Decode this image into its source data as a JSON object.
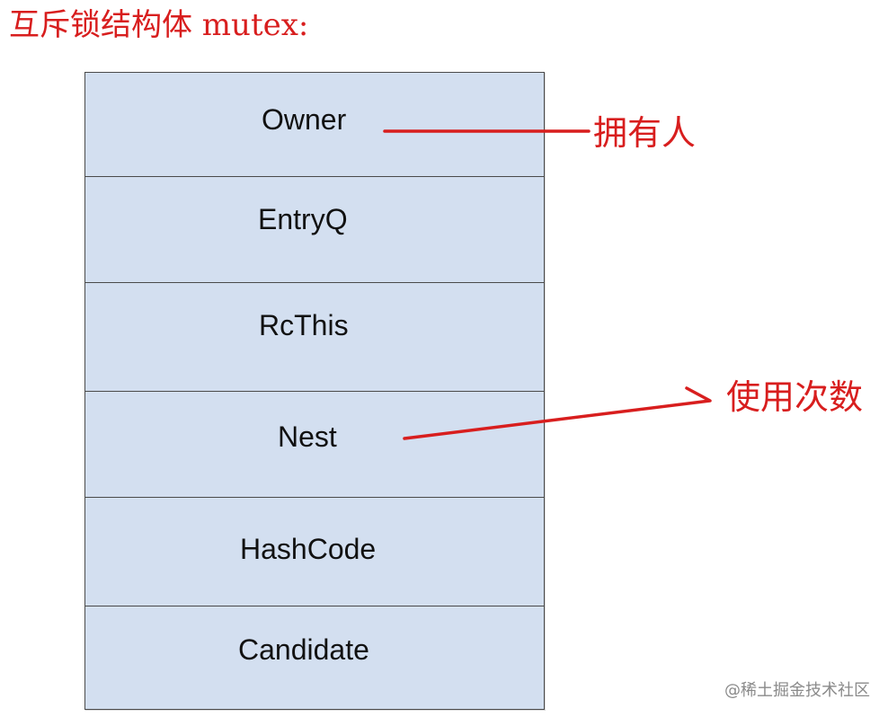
{
  "title": "互斥锁结构体 mutex:",
  "structure": {
    "fields": [
      {
        "label": "Owner"
      },
      {
        "label": "EntryQ"
      },
      {
        "label": "RcThis"
      },
      {
        "label": "Nest"
      },
      {
        "label": "HashCode"
      },
      {
        "label": "Candidate"
      }
    ]
  },
  "annotations": {
    "owner": "拥有人",
    "nest": "使用次数"
  },
  "colors": {
    "annotation": "#d81e1e",
    "field_fill": "#d3dff0",
    "border": "#4a4a4a"
  },
  "watermark": "@稀土掘金技术社区"
}
